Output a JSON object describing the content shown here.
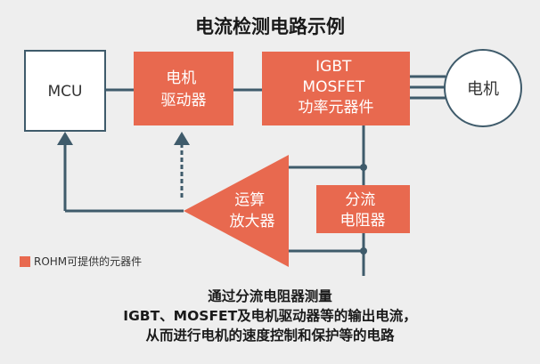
{
  "title": "电流检测电路示例",
  "colors": {
    "block": "#e8694f",
    "line": "#3f5b6b",
    "background": "#eeeeee"
  },
  "blocks": {
    "mcu": {
      "label": "MCU"
    },
    "driver": {
      "lines": [
        "电机",
        "驱动器"
      ]
    },
    "power": {
      "lines": [
        "IGBT",
        "MOSFET",
        "功率元器件"
      ]
    },
    "motor": {
      "label": "电机"
    },
    "amp": {
      "lines": [
        "运算",
        "放大器"
      ]
    },
    "shunt": {
      "lines": [
        "分流",
        "电阻器"
      ]
    }
  },
  "legend": {
    "label": "ROHM可提供的元器件"
  },
  "caption": {
    "lines": [
      "通过分流电阻器测量",
      "IGBT、MOSFET及电机驱动器等的输出电流，",
      "从而进行电机的速度控制和保护等的电路"
    ]
  }
}
